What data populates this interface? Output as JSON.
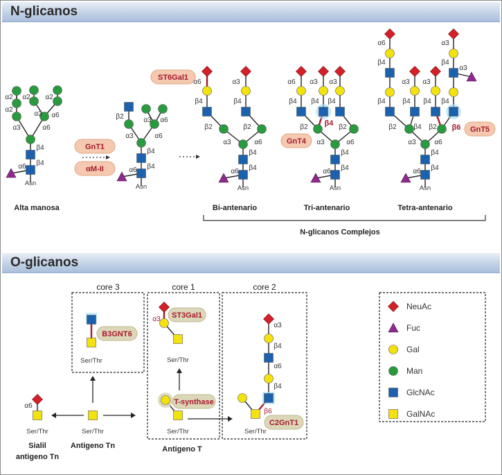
{
  "sections": {
    "n_title": "N-glicanos",
    "o_title": "O-glicanos"
  },
  "n_glycans": {
    "alta_manosa": "Alta manosa",
    "bi": "Bi-antenario",
    "tri": "Tri-antenario",
    "tetra": "Tetra-antenario",
    "complejos": "N-glicanos Complejos",
    "asn": "Asn",
    "enzymes": {
      "gnt1": "GnT1",
      "am2": "αM-II",
      "st6gal1": "ST6Gal1",
      "gnt4": "GnT4",
      "gnt5": "GnT5"
    },
    "links": {
      "a2": "α2",
      "a3": "α3",
      "a6": "α6",
      "b2": "β2",
      "b4": "β4",
      "b6": "β6"
    }
  },
  "o_glycans": {
    "core3": "core 3",
    "core1": "core 1",
    "core2": "core 2",
    "serthr": "Ser/Thr",
    "sialil_1": "Sialil",
    "sialil_2": "antigeno Tn",
    "tn": "Antigeno Tn",
    "t": "Antigeno T",
    "enzymes": {
      "b3gnt6": "B3GNT6",
      "st3gal1": "ST3Gal1",
      "tsynthase": "T-synthase",
      "c2gnt1": "C2GnT1"
    }
  },
  "legend": [
    {
      "label": "NeuAc",
      "shape": "diamond",
      "color": "#d42027"
    },
    {
      "label": "Fuc",
      "shape": "triangle",
      "color": "#8e2a8e"
    },
    {
      "label": "Gal",
      "shape": "circle",
      "color": "#f4e20f"
    },
    {
      "label": "Man",
      "shape": "circle",
      "color": "#2a9a3e"
    },
    {
      "label": "GlcNAc",
      "shape": "square",
      "color": "#1b61ad"
    },
    {
      "label": "GalNAc",
      "shape": "square",
      "color": "#f4e20f"
    }
  ]
}
